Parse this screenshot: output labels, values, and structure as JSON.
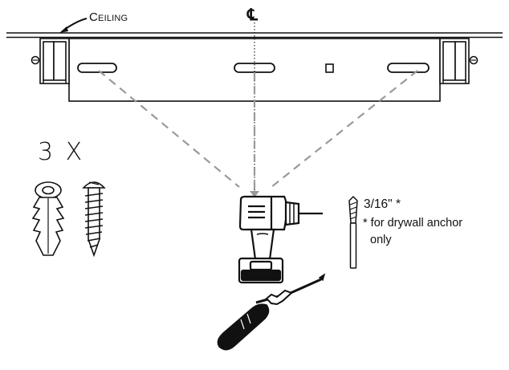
{
  "diagram": {
    "ceiling_label": "Ceiling",
    "centerline_symbol": "℄",
    "quantity_label": "3 X",
    "drill_bit_size": "3/16\" *",
    "footnote_line1": "* for drywall anchor",
    "footnote_line2": "only"
  },
  "icons": [
    "arrow-icon",
    "wall-anchor-icon",
    "screw-icon",
    "drill-icon",
    "drill-bit-icon",
    "screwdriver-icon"
  ],
  "colors": {
    "line": "#111111",
    "dashed_guide": "#9a9a9a",
    "background": "#ffffff"
  }
}
